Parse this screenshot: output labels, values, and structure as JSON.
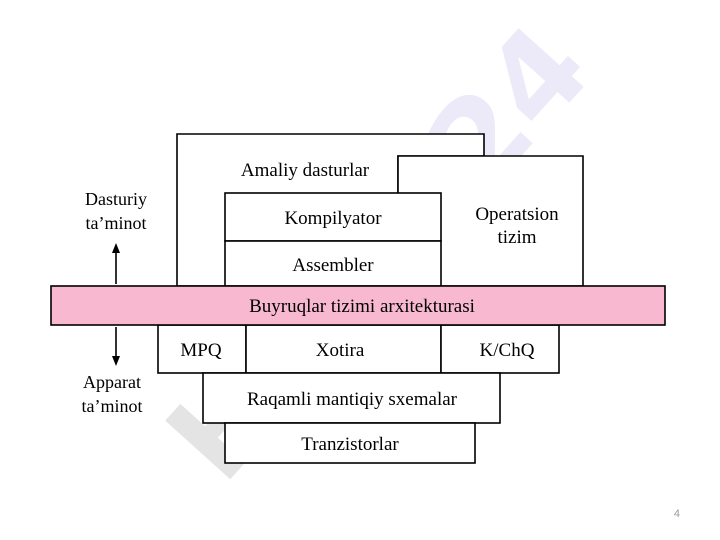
{
  "diagram": {
    "software_label": [
      "Dasturiy",
      "ta’minot"
    ],
    "hardware_label": [
      "Apparat",
      "ta’minot"
    ],
    "applications": "Amaliy dasturlar",
    "compiler": "Kompilyator",
    "assembler": "Assembler",
    "os": [
      "Operatsion",
      "tizim"
    ],
    "architecture": "Buyruqlar tizimi arxitekturasi",
    "cpu": "MPQ",
    "memory": "Xotira",
    "io": "K/ChQ",
    "logic": "Raqamli mantiqiy sxemalar",
    "transistors": "Tranzistorlar",
    "colors": {
      "architecture_fill": "#f7b8d0",
      "watermark": "#e4e4e4",
      "watermark_accent": "#ece9f8"
    }
  },
  "watermark": {
    "left": "Hujjat",
    "right": "24"
  },
  "page_number": "4"
}
